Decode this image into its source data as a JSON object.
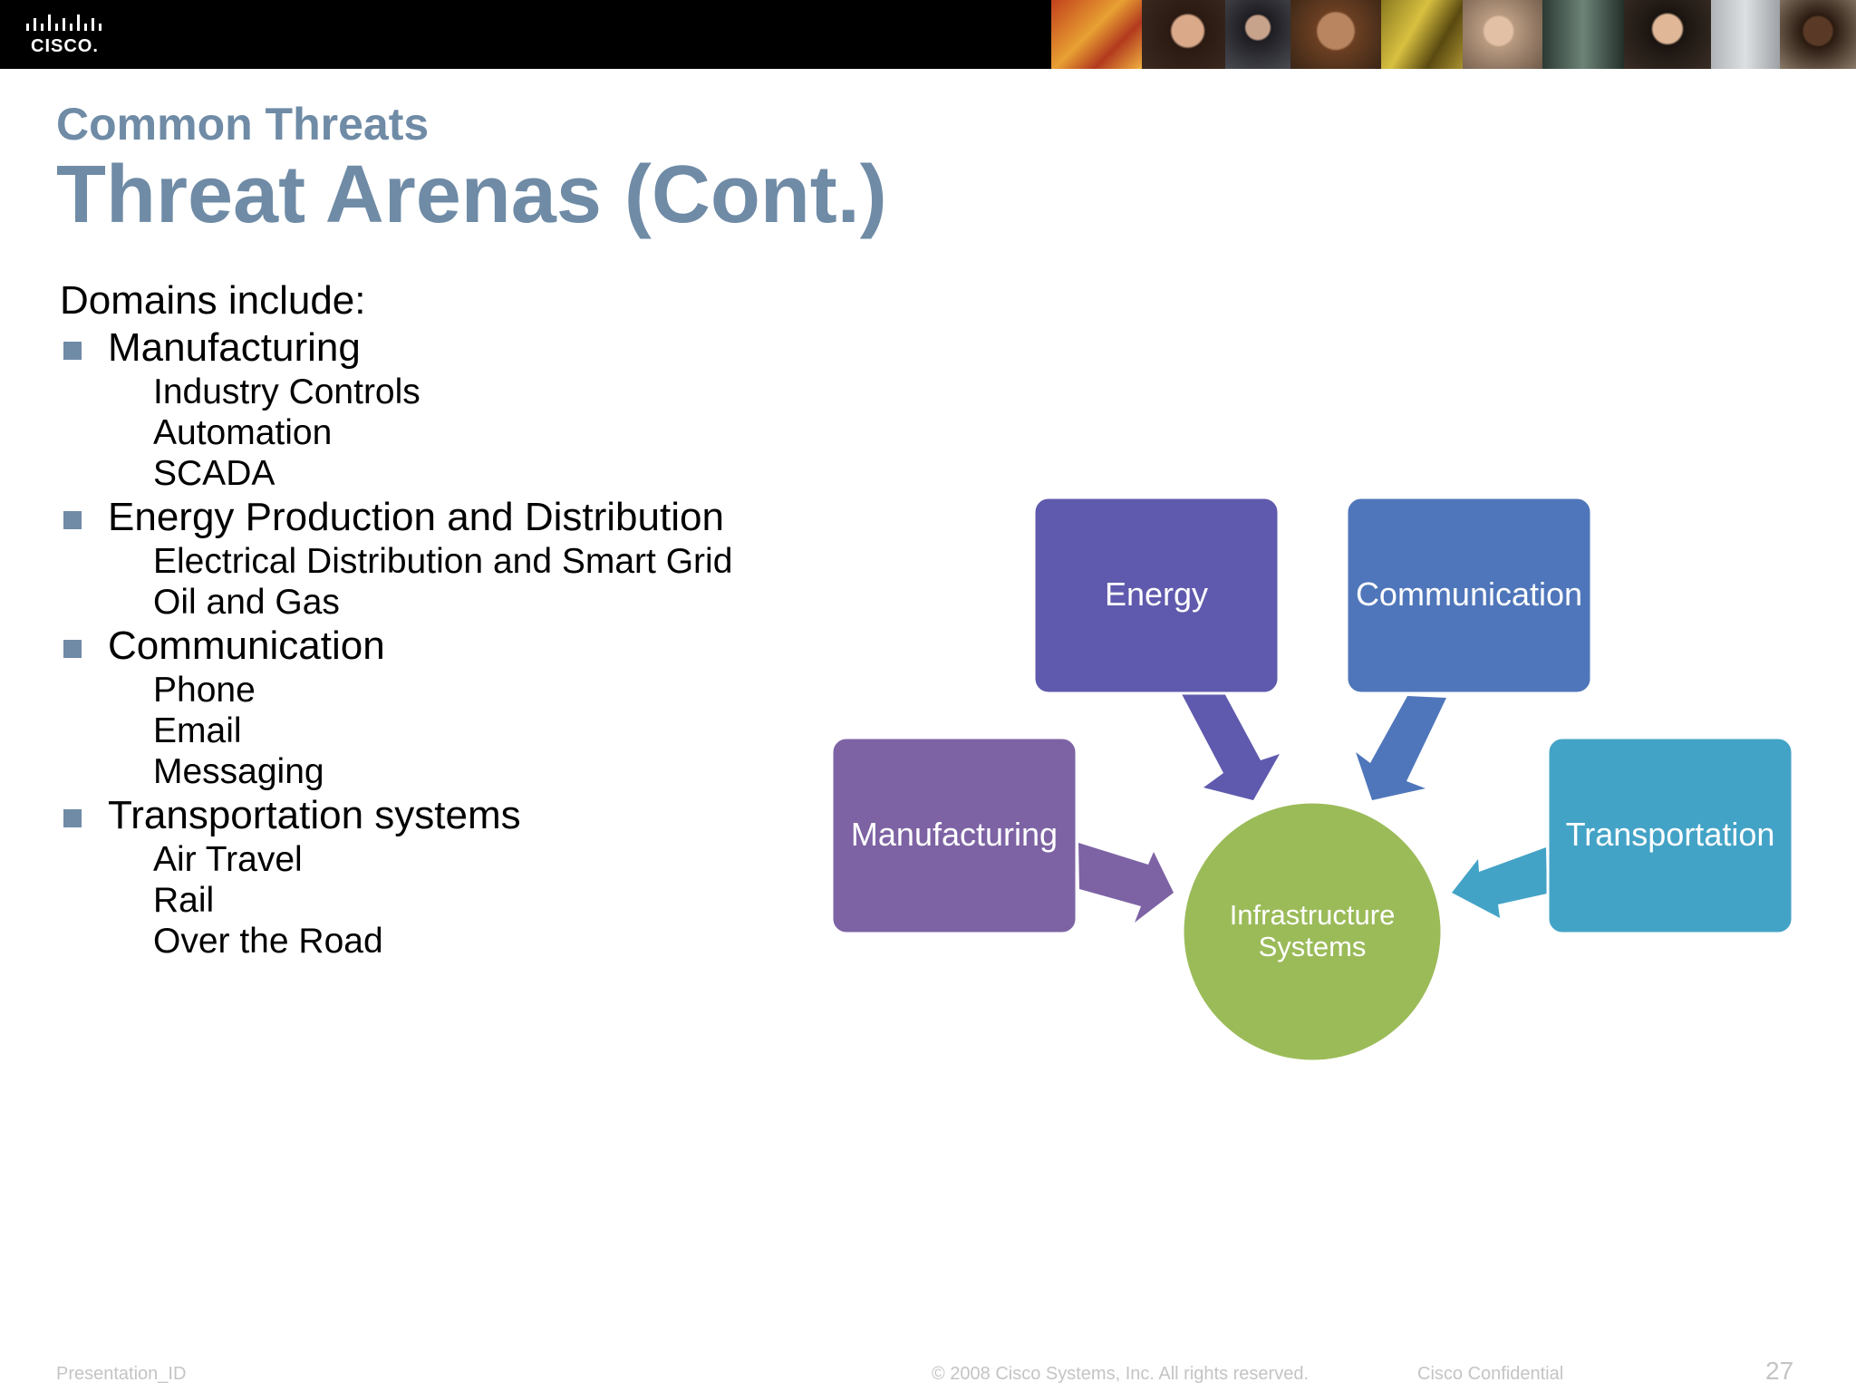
{
  "header": {
    "logo_text": "CISCO."
  },
  "section_title": "Common Threats",
  "slide_title": "Threat Arenas (Cont.)",
  "content": {
    "intro": "Domains include:",
    "domains": [
      {
        "label": "Manufacturing",
        "sub": [
          "Industry Controls",
          "Automation",
          "SCADA"
        ]
      },
      {
        "label": "Energy Production and Distribution",
        "sub": [
          "Electrical Distribution and Smart Grid",
          "Oil and Gas"
        ]
      },
      {
        "label": "Communication",
        "sub": [
          "Phone",
          "Email",
          "Messaging"
        ]
      },
      {
        "label": "Transportation systems",
        "sub": [
          "Air Travel",
          "Rail",
          "Over the Road"
        ]
      }
    ]
  },
  "diagram": {
    "center": {
      "line1": "Infrastructure",
      "line2": "Systems",
      "color": "#9bbb59"
    },
    "nodes": {
      "energy": {
        "label": "Energy",
        "color": "#5f5aad"
      },
      "communication": {
        "label": "Communication",
        "color": "#4f76ba"
      },
      "manufacturing": {
        "label": "Manufacturing",
        "color": "#7d63a4"
      },
      "transportation": {
        "label": "Transportation",
        "color": "#43a3c6"
      }
    }
  },
  "footer": {
    "presentation_id": "Presentation_ID",
    "copyright": "© 2008 Cisco Systems, Inc. All rights reserved.",
    "confidential": "Cisco Confidential",
    "page_number": "27"
  },
  "colors": {
    "title": "#6f8ba6",
    "bullet": "#6f8ba6",
    "header_bg": "#000000",
    "footer_text": "#c4c4c4"
  }
}
